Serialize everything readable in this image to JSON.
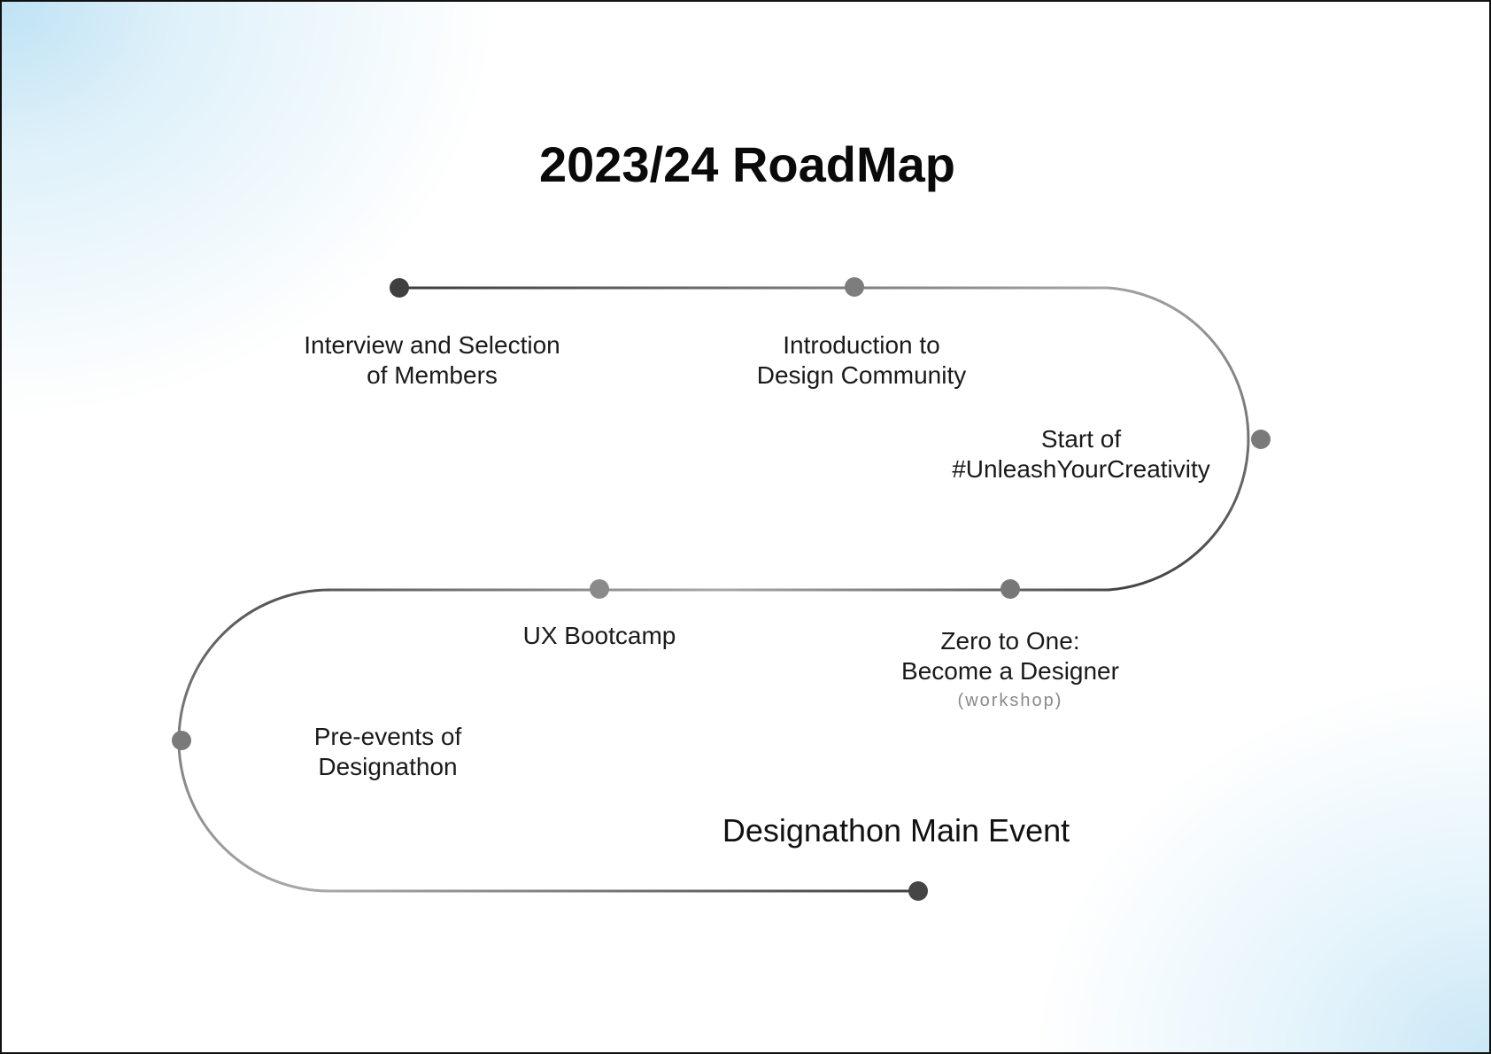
{
  "title": "2023/24 RoadMap",
  "milestones": [
    {
      "lines": [
        "Interview and Selection",
        "of Members"
      ]
    },
    {
      "lines": [
        "Introduction to",
        "Design Community"
      ]
    },
    {
      "lines": [
        "Start of",
        "#UnleashYourCreativity"
      ]
    },
    {
      "lines": [
        "Zero to One:",
        "Become a Designer"
      ],
      "note": "(workshop)"
    },
    {
      "lines": [
        "UX Bootcamp"
      ]
    },
    {
      "lines": [
        "Pre-events of",
        "Designathon"
      ]
    }
  ],
  "final_milestone": "Designathon Main Event",
  "colors": {
    "path_dark": "#474747",
    "path_light": "#a3a3a3",
    "node": "#7a7a7a",
    "node_end": "#454545",
    "background_accent": "#cde8f6"
  }
}
